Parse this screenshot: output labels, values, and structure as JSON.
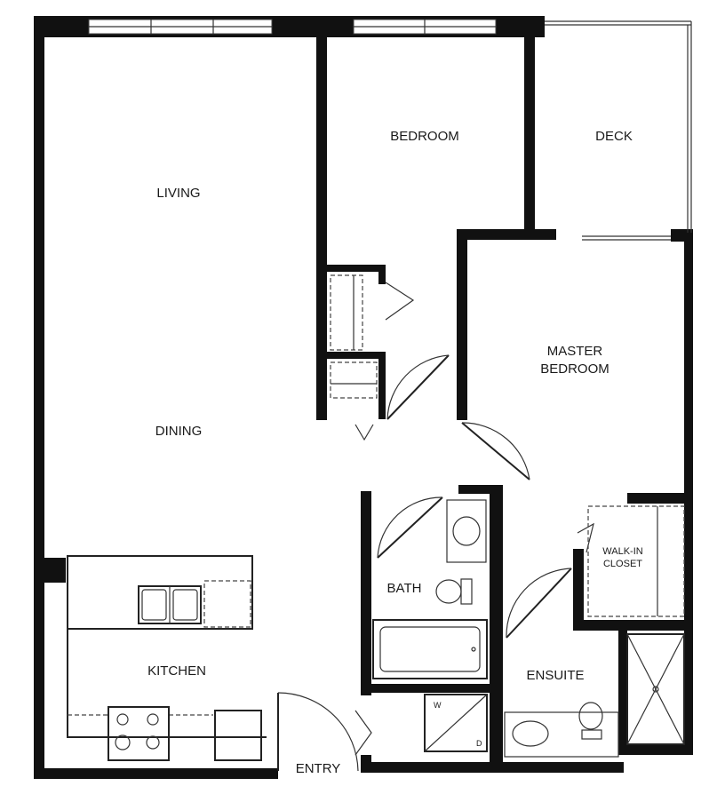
{
  "rooms": {
    "living": "LIVING",
    "dining": "DINING",
    "kitchen": "KITCHEN",
    "bedroom": "BEDROOM",
    "deck": "DECK",
    "master_bedroom_line1": "MASTER",
    "master_bedroom_line2": "BEDROOM",
    "bath": "BATH",
    "ensuite": "ENSUITE",
    "walk_in_closet_line1": "WALK-IN",
    "walk_in_closet_line2": "CLOSET",
    "entry": "ENTRY"
  },
  "appliances": {
    "washer": "W",
    "dryer": "D"
  },
  "colors": {
    "wall": "#111111",
    "background": "#ffffff"
  }
}
